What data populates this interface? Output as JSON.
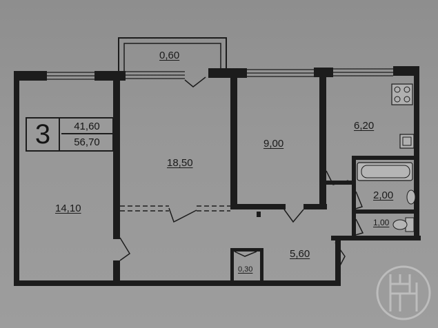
{
  "legend": {
    "rooms": "3",
    "living_area": "41,60",
    "total_area": "56,70"
  },
  "rooms": {
    "balcony": "0,60",
    "room_large": "18,50",
    "room_left": "14,10",
    "room_middle": "9,00",
    "kitchen": "6,20",
    "bathroom": "2,00",
    "toilet": "1,00",
    "hall": "5,60",
    "closet": "0,30"
  },
  "colors": {
    "wall": "#1c1c1c",
    "background": "#9a9a9a"
  },
  "icons": [
    "stove-icon",
    "sink-icon",
    "bathtub-icon",
    "toilet-icon",
    "watermark-logo-icon"
  ]
}
